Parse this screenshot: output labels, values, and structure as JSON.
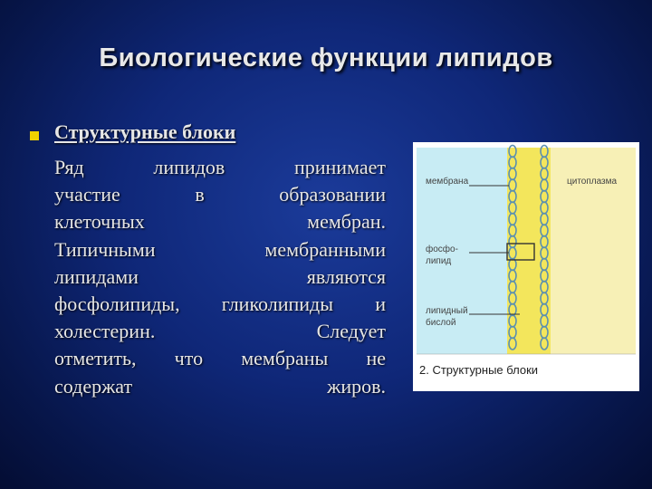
{
  "slide": {
    "title": "Биологические функции липидов",
    "bullet_heading": "Структурные блоки",
    "body_lines": [
      "Ряд липидов принимает",
      "участие в образовании",
      "клеточных мембран.",
      "Типичными мембранными",
      "липидами являются",
      "фосфолипиды, гликолипиды и",
      "холестерин. Следует",
      "отметить, что мембраны не",
      "содержат жиров."
    ]
  },
  "figure": {
    "label_membrane": "мембрана",
    "label_cytoplasm": "цитоплазма",
    "label_phospholipid_1": "фосфо-",
    "label_phospholipid_2": "липид",
    "label_bilayer_1": "липидный",
    "label_bilayer_2": "бислой",
    "caption": "2. Структурные блоки",
    "colors": {
      "outer": "#c8ecf4",
      "inner": "#f7f0b6",
      "membrane_band": "#f3e65c",
      "chain": "#5a8fb0"
    }
  }
}
